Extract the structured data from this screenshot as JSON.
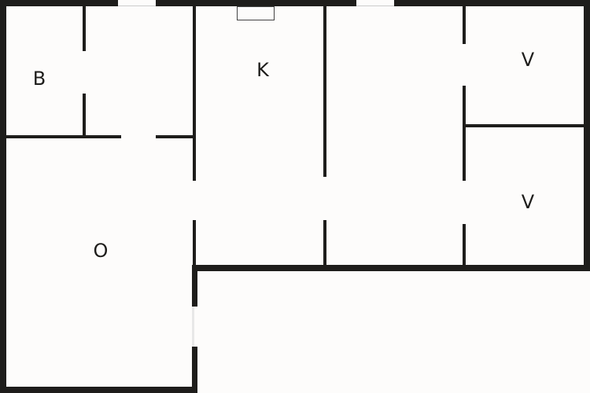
{
  "plan": {
    "wall_color": "#1e1d1b",
    "background": "#fdfcfb",
    "rooms": [
      {
        "id": "bathroom",
        "label": "B"
      },
      {
        "id": "kitchen",
        "label": "K"
      },
      {
        "id": "bedroom-top",
        "label": "V"
      },
      {
        "id": "bedroom-bottom",
        "label": "V"
      },
      {
        "id": "living-room",
        "label": "O"
      }
    ]
  }
}
